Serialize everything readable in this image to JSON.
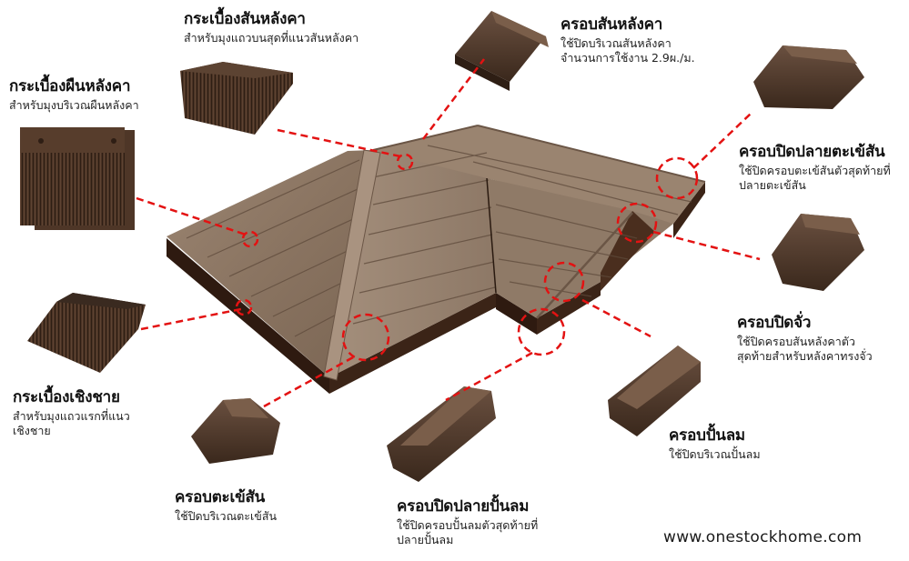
{
  "diagram": {
    "subject": "Roof tile components",
    "website": "www.onestockhome.com",
    "colors": {
      "callout_line": "#e31212",
      "roof_tile": "#8c7765",
      "roof_tile_light": "#a08a77",
      "fascia": "#3a2216",
      "product_tile": "#4a3426"
    },
    "labels": {
      "ridge_tile": {
        "title": "กระเบื้องสันหลังคา",
        "desc": [
          "สำหรับมุงแถวบนสุดที่แนวสันหลังคา"
        ]
      },
      "ridge_cap": {
        "title": "ครอบสันหลังคา",
        "desc": [
          "ใช้ปิดบริเวณสันหลังคา",
          "จำนวนการใช้งาน 2.9ผ./ม."
        ]
      },
      "main_tile": {
        "title": "กระเบื้องผืนหลังคา",
        "desc": [
          "สำหรับมุงบริเวณผืนหลังคา"
        ]
      },
      "hip_end_cap": {
        "title": "ครอบปิดปลายตะเข้สัน",
        "desc": [
          "ใช้ปิดครอบตะเข้สันตัวสุดท้ายที่",
          "ปลายตะเข้สัน"
        ]
      },
      "gable_end_cap": {
        "title": "ครอบปิดจั่ว",
        "desc": [
          "ใช้ปิดครอบสันหลังคาตัว",
          "สุดท้ายสำหรับหลังคาทรงจั่ว"
        ]
      },
      "eave_tile": {
        "title": "กระเบื้องเชิงชาย",
        "desc": [
          "สำหรับมุงแถวแรกที่แนว",
          "เชิงชาย"
        ]
      },
      "barge_cap": {
        "title": "ครอบปั้นลม",
        "desc": [
          "ใช้ปิดบริเวณปั้นลม"
        ]
      },
      "hip_cap": {
        "title": "ครอบตะเข้สัน",
        "desc": [
          "ใช้ปิดบริเวณตะเข้สัน"
        ]
      },
      "barge_end_cap": {
        "title": "ครอบปิดปลายปั้นลม",
        "desc": [
          "ใช้ปิดครอบปั้นลมตัวสุดท้ายที่",
          "ปลายปั้นลม"
        ]
      }
    }
  }
}
